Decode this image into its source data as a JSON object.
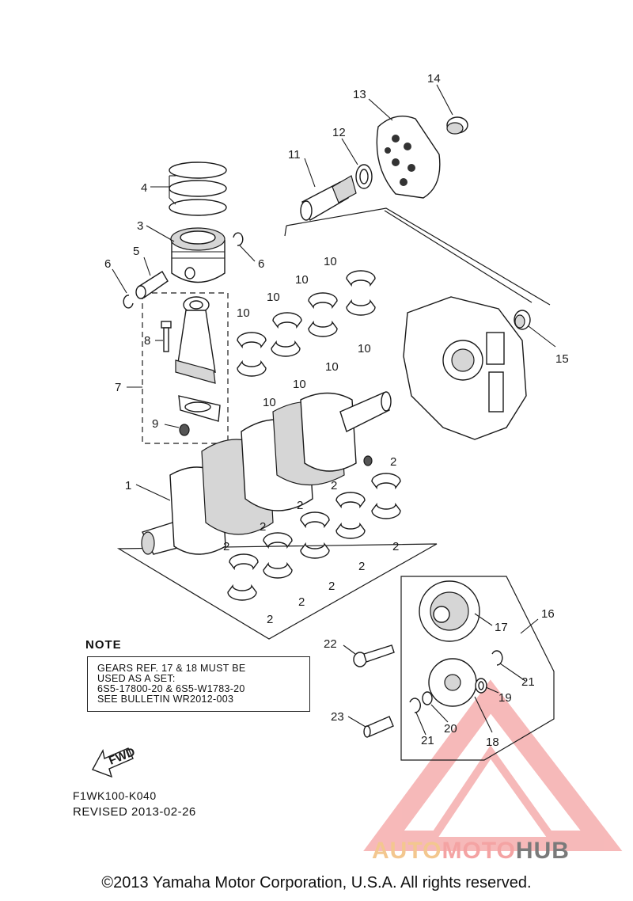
{
  "callouts": {
    "n1": "1",
    "n2": "2",
    "n3": "3",
    "n4": "4",
    "n5": "5",
    "n6": "6",
    "n7": "7",
    "n8": "8",
    "n9": "9",
    "n10": "10",
    "n11": "11",
    "n12": "12",
    "n13": "13",
    "n14": "14",
    "n15": "15",
    "n16": "16",
    "n17": "17",
    "n18": "18",
    "n19": "19",
    "n20": "20",
    "n21": "21",
    "n22": "22",
    "n23": "23"
  },
  "note": {
    "title": "NOTE",
    "lines": [
      "GEARS REF. 17 & 18 MUST BE",
      "USED AS A SET:",
      "6S5-17800-20 & 6S5-W1783-20",
      "SEE BULLETIN WR2012-003"
    ]
  },
  "fwd_label": "FWD",
  "diagram_id": "F1WK100-K040",
  "revised": "REVISED 2013-02-26",
  "copyright": "©2013 Yamaha Motor Corporation, U.S.A. All rights reserved.",
  "watermark": {
    "part1": "AUTO",
    "part2": "MOTO",
    "part3": "HUB",
    "colors": {
      "auto": "#f3c78f",
      "moto": "#f4a3a3",
      "hub": "#7a7a7a",
      "triangle": "#f08080"
    }
  }
}
